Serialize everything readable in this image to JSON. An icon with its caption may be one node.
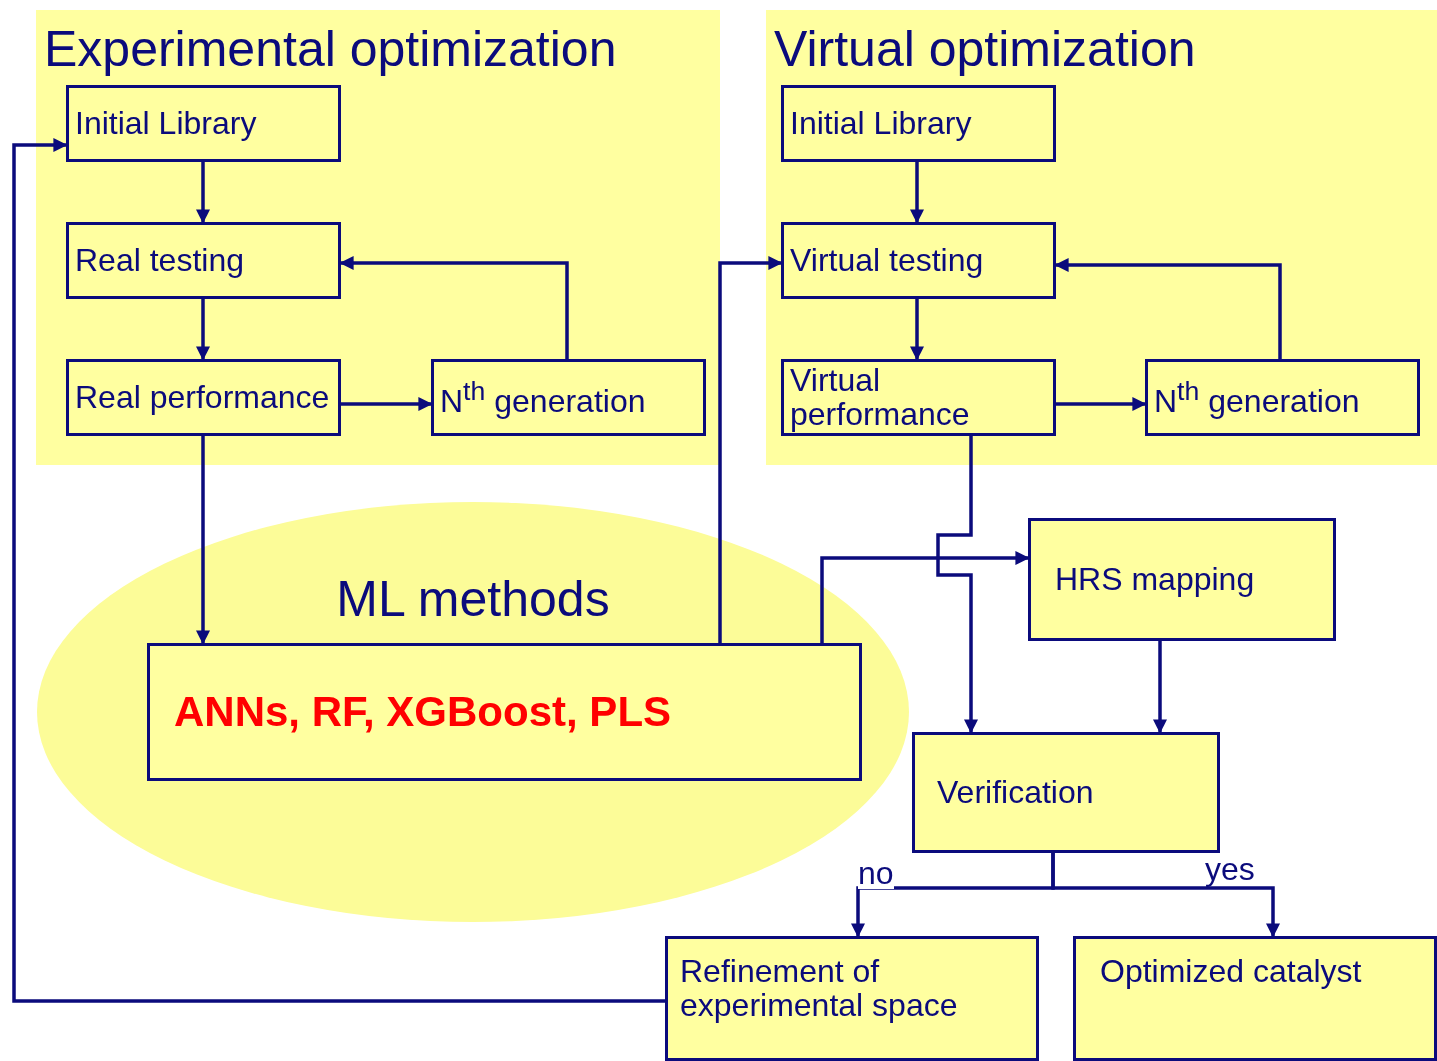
{
  "diagram": {
    "nodes": [
      {
        "text": [
          "Experimental optimization"
        ]
      },
      {
        "text": [
          "Initial Library"
        ],
        "in": 0
      },
      {
        "text": [
          "Real testing"
        ],
        "in": 0
      },
      {
        "text": [
          "Real performance"
        ],
        "in": 0
      },
      {
        "text": [
          "N$^{th}$ generation"
        ],
        "in": 0
      },
      {
        "text": [
          "Virtual optimization"
        ]
      },
      {
        "text": [
          "Initial Library"
        ],
        "in": 5
      },
      {
        "text": [
          "Virtual testing"
        ],
        "in": 5
      },
      {
        "text": [
          "Virtual performance"
        ],
        "in": 5
      },
      {
        "text": [
          "N$^{th}$ generation"
        ],
        "in": 5
      },
      {
        "text": [
          "ML methods"
        ]
      },
      {
        "text": [
          "ANNs, RF, XGBoost, PLS"
        ],
        "in": 10
      },
      {
        "text": [
          "HRS mapping"
        ]
      },
      {
        "text": [
          "Verification"
        ]
      },
      {
        "text": [
          "Refinement of experimental space"
        ]
      },
      {
        "text": [
          "Optimized catalyst"
        ]
      }
    ],
    "edges": [
      {
        "from": 1,
        "to": 2,
        "arrow": "to"
      },
      {
        "from": 2,
        "to": 3,
        "arrow": "to"
      },
      {
        "from": 3,
        "to": 4,
        "arrow": "to"
      },
      {
        "from": 4,
        "to": 2,
        "arrow": "to"
      },
      {
        "from": 3,
        "to": 11,
        "arrow": "to"
      },
      {
        "from": 11,
        "to": 7,
        "arrow": "to"
      },
      {
        "from": 6,
        "to": 7,
        "arrow": "to"
      },
      {
        "from": 7,
        "to": 8,
        "arrow": "to"
      },
      {
        "from": 8,
        "to": 9,
        "arrow": "to"
      },
      {
        "from": 9,
        "to": 7,
        "arrow": "to"
      },
      {
        "from": 8,
        "to": 13,
        "arrow": "to"
      },
      {
        "from": 11,
        "to": 12,
        "arrow": "to"
      },
      {
        "from": 12,
        "to": 13,
        "arrow": "to"
      },
      {
        "from": 13,
        "to": 14,
        "arrow": "to",
        "label": "no"
      },
      {
        "from": 13,
        "to": 15,
        "arrow": "to",
        "label": "yes"
      },
      {
        "from": 14,
        "to": 1,
        "arrow": "to"
      }
    ]
  }
}
